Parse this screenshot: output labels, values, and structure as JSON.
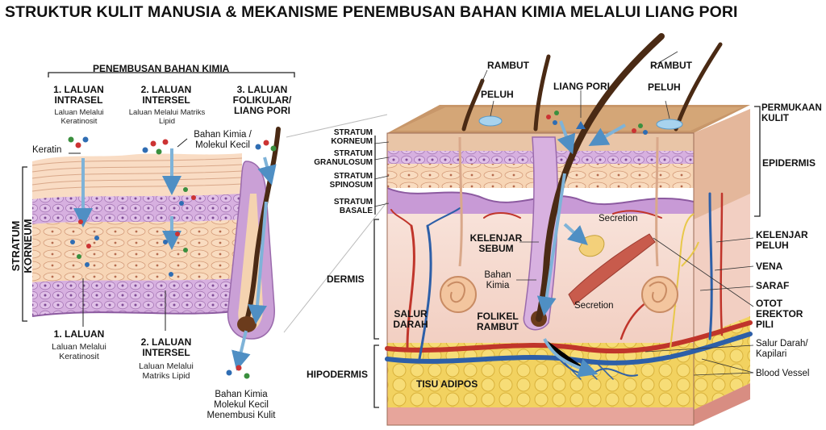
{
  "title": "STRUKTUR KULIT MANUSIA & MEKANISME PENEMBUSAN BAHAN KIMIA MELALUI LIANG PORI",
  "left_panel": {
    "header": "PENEMBUSAN BAHAN KIMIA",
    "route1": {
      "title_l1": "1. LALUAN",
      "title_l2": "INTRASEL",
      "sub_l1": "Laluan Melalui",
      "sub_l2": "Keratinosit"
    },
    "route2": {
      "title_l1": "2. LALUAN",
      "title_l2": "INTERSEL",
      "sub_l1": "Laluan Melalui Matriks",
      "sub_l2": "Lipid"
    },
    "route3": {
      "title_l1": "3. LALUAN",
      "title_l2": "FOLIKULAR/",
      "title_l3": "LIANG PORI"
    },
    "keratin": "Keratin",
    "chem_l1": "Bahan Kimia /",
    "chem_l2": "Molekul Kecil",
    "stratum_korneum": "STRATUM KORNEUM",
    "bottom1": {
      "title": "1. LALUAN",
      "sub_l1": "Laluan Melalui",
      "sub_l2": "Keratinosit"
    },
    "bottom2": {
      "title_l1": "2. LALUAN",
      "title_l2": "INTERSEL",
      "sub_l1": "Laluan Melalui",
      "sub_l2": "Matriks Lipid"
    },
    "bottom3": {
      "l1": "Bahan Kimia",
      "l2": "Molekul Kecil",
      "l3": "Menembusi Kulit"
    }
  },
  "right_panel": {
    "rambut1": "RAMBUT",
    "rambut2": "RAMBUT",
    "peluh1": "PELUH",
    "peluh2": "PELUH",
    "liang_pori": "LIANG PORI",
    "permukaan_l1": "PERMUKAAN",
    "permukaan_l2": "KULIT",
    "epidermis": "EPIDERMIS",
    "layers": {
      "korneum_l1": "STRATUM",
      "korneum_l2": "KORNEUM",
      "granulosum_l1": "STRATUM",
      "granulosum_l2": "GRANULOSUM",
      "spinosum_l1": "STRATUM",
      "spinosum_l2": "SPINOSUM",
      "basale_l1": "STRATUM",
      "basale_l2": "BASALE"
    },
    "dermis": "DERMIS",
    "hipodermis": "HIPODERMIS",
    "kelenjar_sebum_l1": "KELENJAR",
    "kelenjar_sebum_l2": "SEBUM",
    "secretion1": "Secretion",
    "secretion2": "Secretion",
    "bahan_kimia_l1": "Bahan",
    "bahan_kimia_l2": "Kimia",
    "salur_darah_l1": "SALUR",
    "salur_darah_l2": "DARAH",
    "folikel_l1": "FOLIKEL",
    "folikel_l2": "RAMBUT",
    "tisu_adipos": "TISU ADIPOS",
    "kelenjar_peluh_l1": "KELENJAR",
    "kelenjar_peluh_l2": "PELUH",
    "vena": "VENA",
    "saraf": "SARAF",
    "otot_l1": "OTOT",
    "otot_l2": "EREKTOR",
    "otot_l3": "PILI",
    "salur_kapilari_l1": "Salur Darah/",
    "salur_kapilari_l2": "Kapilari",
    "blood_vessel": "Blood Vessel"
  },
  "colors": {
    "hair": "#4a2a14",
    "arrow": "#7fb3d8",
    "vein": "#2d5fa8",
    "artery": "#c0352b",
    "fat": "#f0cf55",
    "dermis": "#f6dcd4",
    "epidermis_purple": "#c89ad6",
    "skin_top": "#d6a97e"
  }
}
